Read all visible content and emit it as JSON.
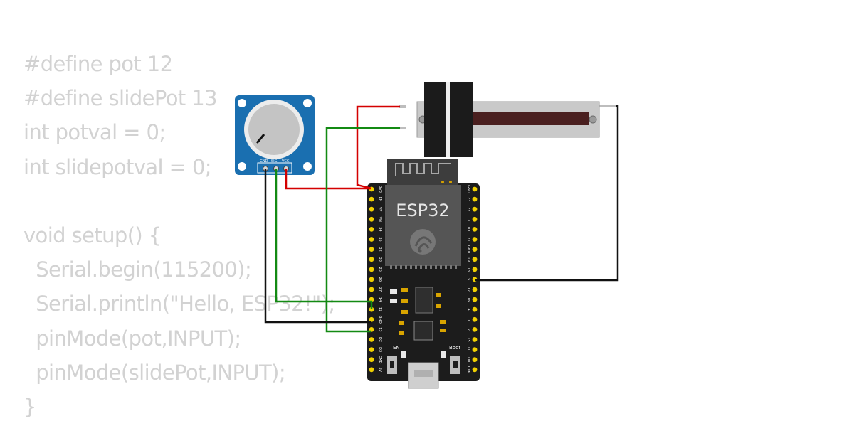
{
  "code_lines": [
    "#define pot 12",
    "#define slidePot 13",
    "int potval = 0;",
    "int slidepotval = 0;",
    "",
    "void setup() {",
    "  Serial.begin(115200);",
    "  Serial.println(\"Hello, ESP32!\");",
    "  pinMode(pot,INPUT);",
    "  pinMode(slidePot,INPUT);",
    "}"
  ],
  "pot_module": {
    "pin_labels": [
      "GND",
      "SIG",
      "VCC"
    ]
  },
  "esp32": {
    "name": "ESP32",
    "left_pins": [
      "3V3",
      "EN",
      "VP",
      "VN",
      "34",
      "35",
      "32",
      "33",
      "25",
      "26",
      "27",
      "14",
      "12",
      "GND",
      "13",
      "D2",
      "D3",
      "CMD",
      "5V"
    ],
    "right_pins": [
      "GND",
      "23",
      "22",
      "TX",
      "RX",
      "21",
      "GND",
      "19",
      "18",
      "5",
      "17",
      "16",
      "4",
      "0",
      "2",
      "15",
      "D1",
      "D0",
      "CLK"
    ],
    "button_en": "EN",
    "button_boot": "Boot"
  },
  "colors": {
    "wire_red": "#d40000",
    "wire_green": "#138a13",
    "wire_black": "#111111",
    "pot_board": "#1a6fb0",
    "esp_board": "#1c1c1c",
    "pin_gold": "#f0d000",
    "code_text": "#d2d2d2"
  }
}
